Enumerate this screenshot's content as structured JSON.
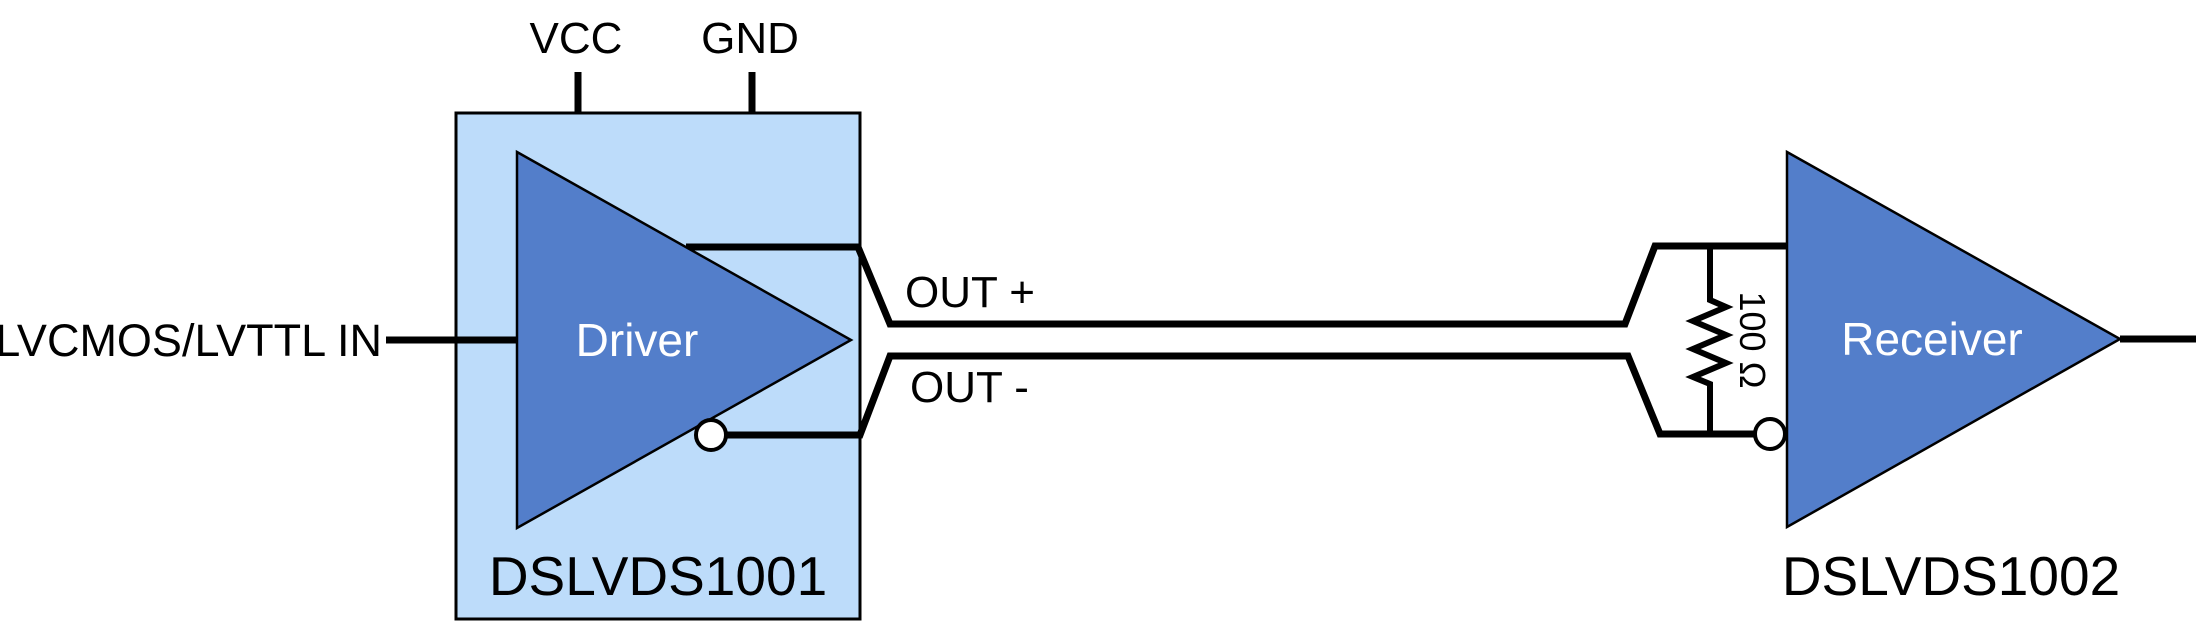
{
  "diagram": {
    "title_semantic": "LVDS driver to receiver point-to-point link",
    "input_label": "LVCMOS/LVTTL IN",
    "driver": {
      "pin_vcc": "VCC",
      "pin_gnd": "GND",
      "gate_label": "Driver",
      "part_number": "DSLVDS1001"
    },
    "outputs": {
      "out_plus": "OUT +",
      "out_minus": "OUT -"
    },
    "termination": {
      "resistor_label": "100 Ω"
    },
    "receiver": {
      "gate_label": "Receiver",
      "part_number": "DSLVDS1002"
    }
  },
  "colors": {
    "package_fill": "#BDDCFA",
    "gate_fill": "#537ECA",
    "gate_text": "#FFFFFF",
    "wire": "#000000"
  }
}
